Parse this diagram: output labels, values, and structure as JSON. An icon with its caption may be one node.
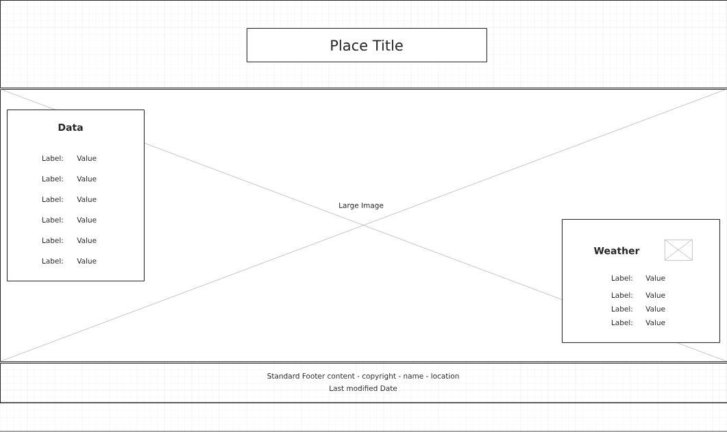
{
  "diagram": {
    "nodes": [
      {
        "text": [],
        "shape": "box"
      },
      {
        "text": [
          "Place Title"
        ],
        "in": 0
      },
      {
        "text": [
          "Large Image"
        ]
      },
      {
        "text": [
          "Data",
          "Label:",
          "Value",
          "Label:",
          "Value",
          "Label:",
          "Value",
          "Label:",
          "Value",
          "Label:",
          "Value",
          "Label:",
          "Value"
        ],
        "in": 2
      },
      {
        "text": [
          "Weather",
          "Label:",
          "Value",
          "Label:",
          "Value",
          "Label:",
          "Value",
          "Label:",
          "Value"
        ],
        "in": 2
      },
      {
        "text": [],
        "shape": "box",
        "in": 4
      },
      {
        "text": [
          "Standard Footer content - copyright - name - location",
          "Last modified Date"
        ]
      }
    ]
  }
}
